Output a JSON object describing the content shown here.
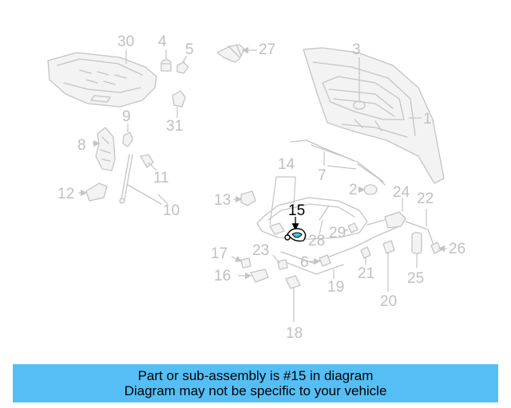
{
  "callouts": {
    "c1": "1",
    "c2": "2",
    "c3": "3",
    "c4": "4",
    "c5": "5",
    "c6": "6",
    "c7": "7",
    "c8": "8",
    "c9": "9",
    "c10": "10",
    "c11": "11",
    "c12": "12",
    "c13": "13",
    "c14": "14",
    "c15": "15",
    "c16": "16",
    "c17": "17",
    "c18": "18",
    "c19": "19",
    "c20": "20",
    "c21": "21",
    "c22": "22",
    "c23": "23",
    "c24": "24",
    "c25": "25",
    "c26": "26",
    "c27": "27",
    "c28": "28",
    "c29": "29",
    "c30": "30",
    "c31": "31"
  },
  "highlighted_part": "15",
  "colors": {
    "highlight": "#000000",
    "accent": "#40c8e0",
    "banner": "#55bff5",
    "muted": "#c0c0c0"
  },
  "banner": {
    "line1": "Part or sub-assembly is #15 in diagram",
    "line2": "Diagram may not be specific to your vehicle"
  }
}
